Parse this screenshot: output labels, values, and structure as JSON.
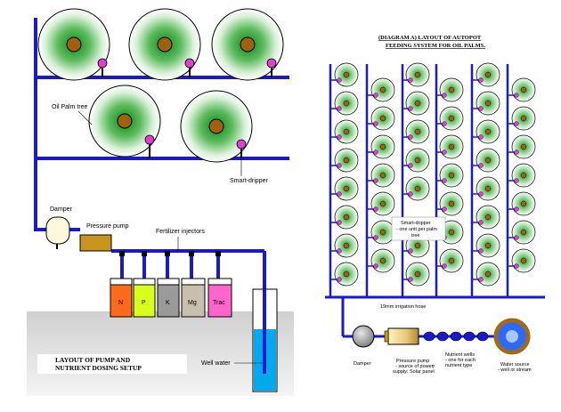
{
  "left": {
    "labels": {
      "oil_palm_tree": "Oil Palm tree",
      "smart_dripper": "Smart-dripper",
      "damper": "Damper",
      "pressure_pump": "Pressure pump",
      "fertilizer_injectors": "Fertilizer injectors",
      "well_water": "Well water",
      "layout_title_1": "LAYOUT OF PUMP AND",
      "layout_title_2": "NUTRIENT DOSING SETUP"
    },
    "tanks": [
      {
        "label": "N",
        "color": "#ff6a1a"
      },
      {
        "label": "P",
        "color": "#d9ff1a"
      },
      {
        "label": "K",
        "color": "#9a9a9a"
      },
      {
        "label": "Mg",
        "color": "#c9bfae"
      },
      {
        "label": "Trac",
        "color": "#ff66cc"
      }
    ],
    "colors": {
      "pipe": "#1a1acc",
      "trunk": "#a0600c",
      "dripper": "#e040d0",
      "water": "#00aaee",
      "pump": "#c89620",
      "ground": "#e6e6e6"
    }
  },
  "right": {
    "title_1": "(DIAGRAM A) LAYOUT OF AUTOPOT",
    "title_2": "FEEDING SYSTEM FOR OIL PALMS.",
    "labels": {
      "smart_dripper_1": "Smart-dripper",
      "smart_dripper_2": "- one unit per palm",
      "smart_dripper_3": "tree",
      "irrigation_hose": "19mm irrigation hose",
      "damper": "Damper",
      "pressure_pump_1": "Pressure pump",
      "pressure_pump_2": "- source of power",
      "pressure_pump_3": "supply: Solar panel",
      "nutrient_wells_1": "Nutrient wells",
      "nutrient_wells_2": "- one for each",
      "nutrient_wells_3": "nutrient type",
      "water_source_1": "Water source",
      "water_source_2": "- well or stream"
    }
  }
}
